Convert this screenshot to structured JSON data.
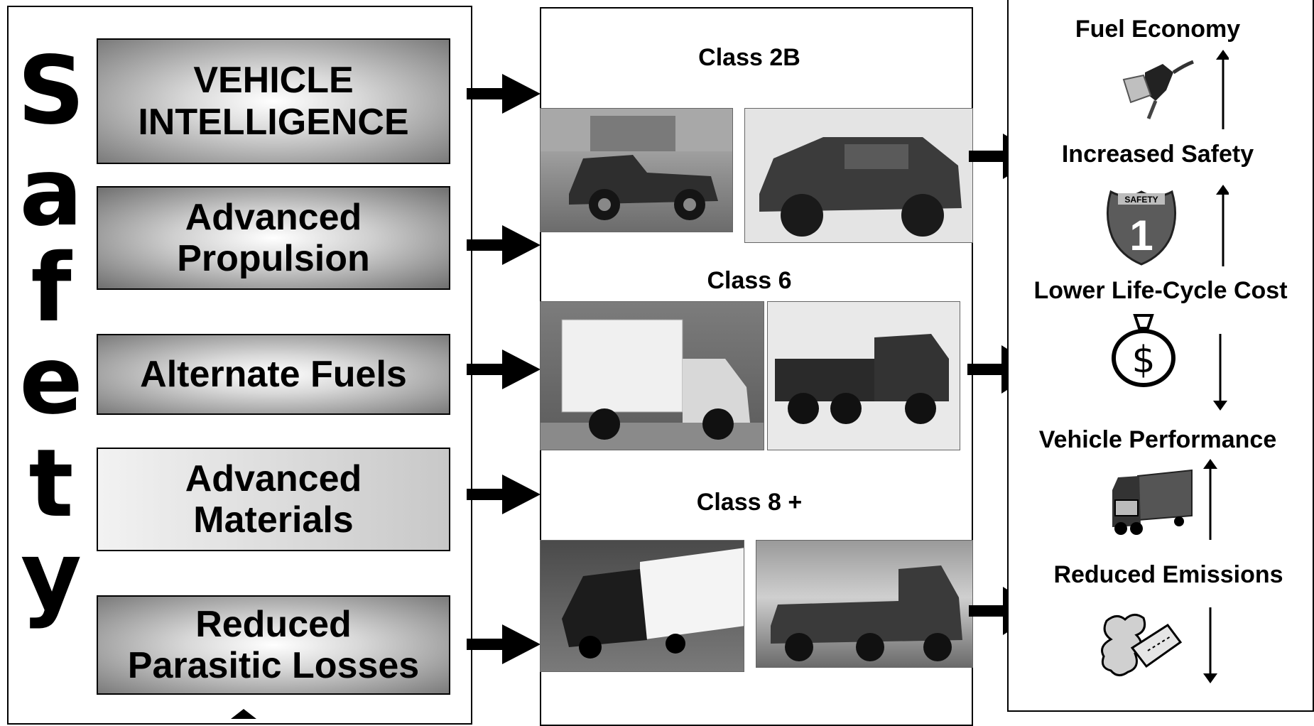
{
  "safety_letters": [
    "S",
    "a",
    "f",
    "e",
    "t",
    "y"
  ],
  "left_boxes": [
    {
      "lines": [
        "VEHICLE",
        "INTELLIGENCE"
      ]
    },
    {
      "lines": [
        "Advanced",
        "Propulsion"
      ]
    },
    {
      "lines": [
        "Alternate Fuels"
      ]
    },
    {
      "lines": [
        "Advanced",
        "Materials"
      ]
    },
    {
      "lines": [
        "Reduced",
        "Parasitic Losses"
      ]
    }
  ],
  "vehicle_classes": [
    {
      "label": "Class 2B"
    },
    {
      "label": "Class 6"
    },
    {
      "label": "Class 8 +"
    }
  ],
  "outcomes": [
    {
      "label": "Fuel Economy",
      "icon": "fuel-nozzle-icon"
    },
    {
      "label": "Increased Safety",
      "icon": "safety-shield-icon"
    },
    {
      "label": "Lower Life-Cycle Cost",
      "icon": "money-bag-icon"
    },
    {
      "label": "Vehicle Performance",
      "icon": "truck-icon"
    },
    {
      "label": "Reduced Emissions",
      "icon": "exhaust-pipe-icon"
    }
  ],
  "icon_text": {
    "shield_top": "SAFETY",
    "shield_number": "1",
    "bag_symbol": "$"
  }
}
